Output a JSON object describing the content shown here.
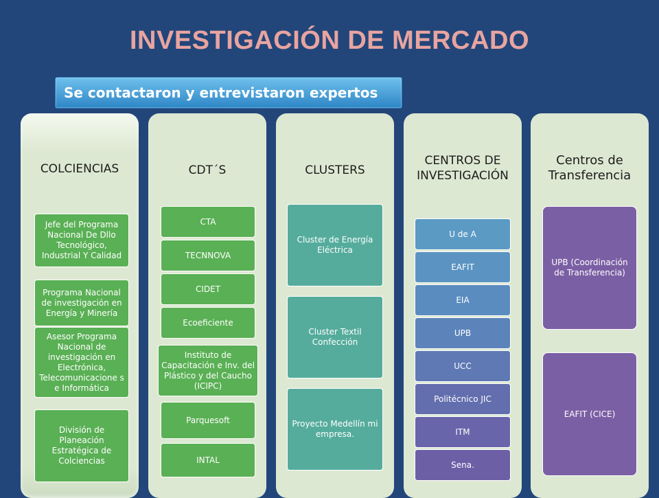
{
  "title": "INVESTIGACIÓN DE MERCADO",
  "subtitle": "Se contactaron y entrevistaron expertos de:",
  "colors": {
    "background": "#22467a",
    "title": "#e8a4a0",
    "subtitle_bar": "#3b94d2",
    "column": "#dde8d2",
    "green_box": "#5ab055",
    "teal_box": "#55ac9c",
    "purple_box": "#7b5fa4"
  },
  "columns": [
    {
      "name": "COLCIENCIAS",
      "items": [
        "Jefe del Programa Nacional De Dllo Tecnológico, Industrial Y Calidad",
        "Programa Nacional de investigación en Energía y Minería",
        "Asesor Programa Nacional de investigación en Electrónica, Telecomunicacione s e Informática",
        "División de Planeación Estratégica de Colciencias"
      ]
    },
    {
      "name": "CDT´S",
      "items": [
        "CTA",
        "TECNNOVA",
        "CIDET",
        "Ecoeficiente",
        "Instituto de Capacitación e Inv. del Plástico y del Caucho (ICIPC)",
        "Parquesoft",
        "INTAL"
      ]
    },
    {
      "name": "CLUSTERS",
      "items": [
        "Cluster de Energía Eléctrica",
        "Cluster Textil Confección",
        "Proyecto Medellín mi empresa."
      ]
    },
    {
      "name": "CENTROS DE INVESTIGACIÓN",
      "items": [
        "U de A",
        "EAFIT",
        "EIA",
        "UPB",
        "UCC",
        "Politécnico JIC",
        "ITM",
        "Sena."
      ]
    },
    {
      "name": "Centros de Transferencia",
      "items": [
        "UPB (Coordinación de Transferencia)",
        "EAFIT (CICE)"
      ]
    }
  ]
}
